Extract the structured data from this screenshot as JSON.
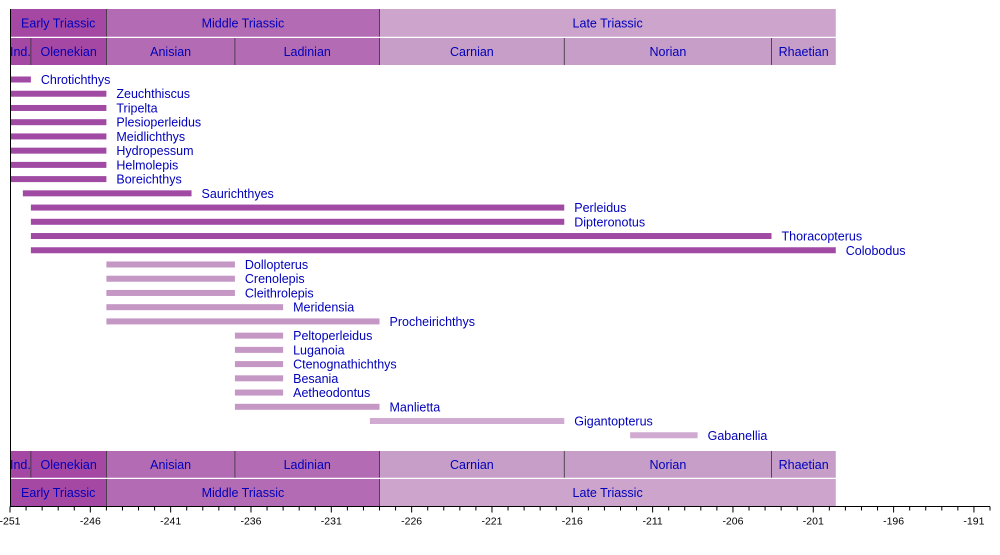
{
  "chart_data": {
    "type": "bar",
    "title": "",
    "xlabel": "",
    "ylabel": "",
    "xlim": [
      -251,
      -190
    ],
    "x_ticks": [
      "-251",
      "-246",
      "-241",
      "-236",
      "-231",
      "-226",
      "-221",
      "-216",
      "-211",
      "-206",
      "-201",
      "-196",
      "-191"
    ],
    "x_tick_values": [
      -251,
      -246,
      -241,
      -236,
      -231,
      -226,
      -221,
      -216,
      -211,
      -206,
      -201,
      -196,
      -191
    ],
    "epochs": [
      {
        "name": "Early Triassic",
        "start": -251,
        "end": -245.0
      },
      {
        "name": "Middle Triassic",
        "start": -245.0,
        "end": -228.0
      },
      {
        "name": "Late Triassic",
        "start": -228.0,
        "end": -199.6
      }
    ],
    "stages": [
      {
        "name": "Ind.",
        "start": -251,
        "end": -249.7
      },
      {
        "name": "Olenekian",
        "start": -249.7,
        "end": -245.0
      },
      {
        "name": "Anisian",
        "start": -245.0,
        "end": -237.0
      },
      {
        "name": "Ladinian",
        "start": -237.0,
        "end": -228.0
      },
      {
        "name": "Carnian",
        "start": -228.0,
        "end": -216.5
      },
      {
        "name": "Norian",
        "start": -216.5,
        "end": -203.6
      },
      {
        "name": "Rhaetian",
        "start": -203.6,
        "end": -199.6
      }
    ],
    "taxa": [
      {
        "name": "Chrotichthys",
        "start": -251,
        "end": -249.7
      },
      {
        "name": "Zeuchthiscus",
        "start": -251,
        "end": -245.0
      },
      {
        "name": "Tripelta",
        "start": -251,
        "end": -245.0
      },
      {
        "name": "Plesioperleidus",
        "start": -251,
        "end": -245.0
      },
      {
        "name": "Meidlichthys",
        "start": -251,
        "end": -245.0
      },
      {
        "name": "Hydropessum",
        "start": -251,
        "end": -245.0
      },
      {
        "name": "Helmolepis",
        "start": -251,
        "end": -245.0
      },
      {
        "name": "Boreichthys",
        "start": -251,
        "end": -245.0
      },
      {
        "name": "Saurichthyes",
        "start": -250.2,
        "end": -239.7
      },
      {
        "name": "Perleidus",
        "start": -249.7,
        "end": -216.5
      },
      {
        "name": "Dipteronotus",
        "start": -249.7,
        "end": -216.5
      },
      {
        "name": "Thoracopterus",
        "start": -249.7,
        "end": -203.6
      },
      {
        "name": "Colobodus",
        "start": -249.7,
        "end": -199.6
      },
      {
        "name": "Dollopterus",
        "start": -245.0,
        "end": -237.0
      },
      {
        "name": "Crenolepis",
        "start": -245.0,
        "end": -237.0
      },
      {
        "name": "Cleithrolepis",
        "start": -245.0,
        "end": -237.0
      },
      {
        "name": "Meridensia",
        "start": -245.0,
        "end": -234.0
      },
      {
        "name": "Procheirichthys",
        "start": -245.0,
        "end": -228.0
      },
      {
        "name": "Peltoperleidus",
        "start": -237.0,
        "end": -234.0
      },
      {
        "name": "Luganoia",
        "start": -237.0,
        "end": -234.0
      },
      {
        "name": "Ctenognathichthys",
        "start": -237.0,
        "end": -234.0
      },
      {
        "name": "Besania",
        "start": -237.0,
        "end": -234.0
      },
      {
        "name": "Aetheodontus",
        "start": -237.0,
        "end": -234.0
      },
      {
        "name": "Manlietta",
        "start": -237.0,
        "end": -228.0
      },
      {
        "name": "Gigantopterus",
        "start": -228.6,
        "end": -216.5
      },
      {
        "name": "Gabanellia",
        "start": -212.4,
        "end": -208.2
      }
    ],
    "colors": {
      "early_epoch": "#a448a4",
      "middle_epoch": "#b36cb3",
      "late_epoch": "#cca4cc",
      "early_stage": "#a448a4",
      "middle_stage": "#b36cb3",
      "late_stage": "#c79ec7",
      "label_text": "#0000bb",
      "bar_early": "#a04aa4",
      "bar_middle": "#c497c4",
      "bar_late": "#d0aad0"
    },
    "grid": false
  }
}
